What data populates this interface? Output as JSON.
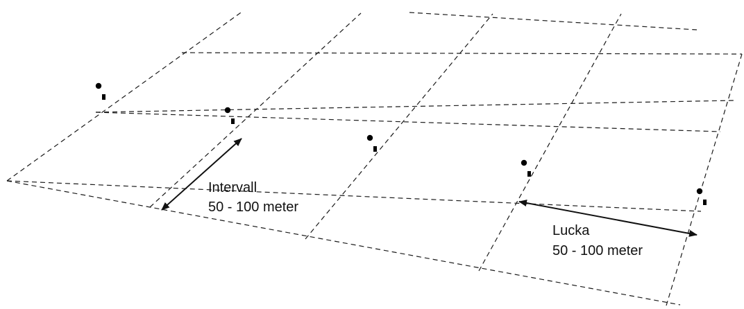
{
  "labels": {
    "interval_title": "Intervall",
    "interval_range": "50 - 100 meter",
    "gap_title": "Lucka",
    "gap_range": "50 - 100 meter"
  },
  "colors": {
    "line": "#1a1a1a",
    "background": "#ffffff"
  },
  "icons": {
    "searcher": "person-with-radio-icon"
  }
}
